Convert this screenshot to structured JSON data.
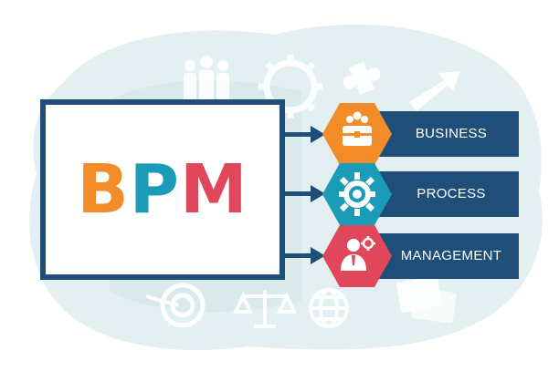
{
  "acronym": {
    "letter1": "B",
    "letter2": "P",
    "letter3": "M"
  },
  "rows": [
    {
      "label": "BUSINESS",
      "icon": "briefcase-icon",
      "color": "#f28c28"
    },
    {
      "label": "PROCESS",
      "icon": "gear-icon",
      "color": "#1a9bb8"
    },
    {
      "label": "MANAGEMENT",
      "icon": "manager-icon",
      "color": "#e0475a"
    }
  ],
  "colors": {
    "navy": "#1f4e79",
    "background_blob": "#e3eff0",
    "decor_icon": "#ffffff"
  },
  "decor_icons": [
    "team-icon",
    "gear-outline-icon",
    "puzzle-icon",
    "arrow-up-icon",
    "target-icon",
    "scales-icon",
    "globe-icon",
    "documents-icon"
  ]
}
